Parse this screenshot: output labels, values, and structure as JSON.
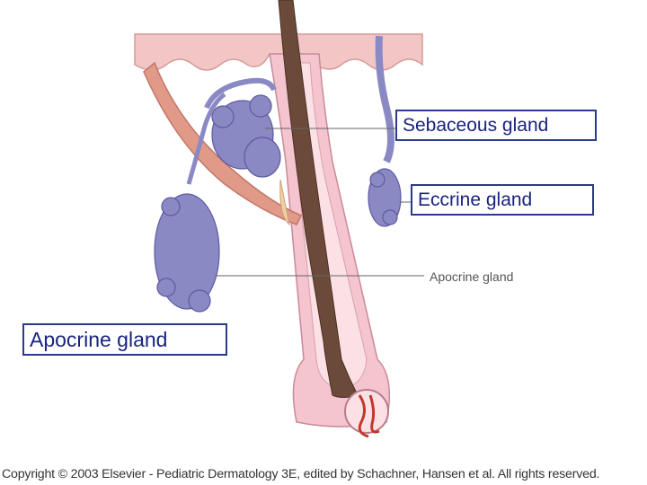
{
  "labels": {
    "sebaceous": "Sebaceous gland",
    "eccrine": "Eccrine gland",
    "apocrine_boxed": "Apocrine gland",
    "apocrine_original": "Apocrine gland"
  },
  "footer": {
    "copyright": "Copyright © 2003 Elsevier - Pediatric Dermatology 3E, edited by Schachner, Hansen et al. All rights reserved."
  },
  "colors": {
    "skin_pink": "#f3c6c6",
    "dermis_light": "#fbe7e7",
    "muscle": "#e29a88",
    "gland_purple": "#8a89c4",
    "hair_shaft": "#6b4a3a",
    "sebum": "#f1cfa4",
    "label_border": "#2b3a8c",
    "label_text": "#1a237e"
  }
}
